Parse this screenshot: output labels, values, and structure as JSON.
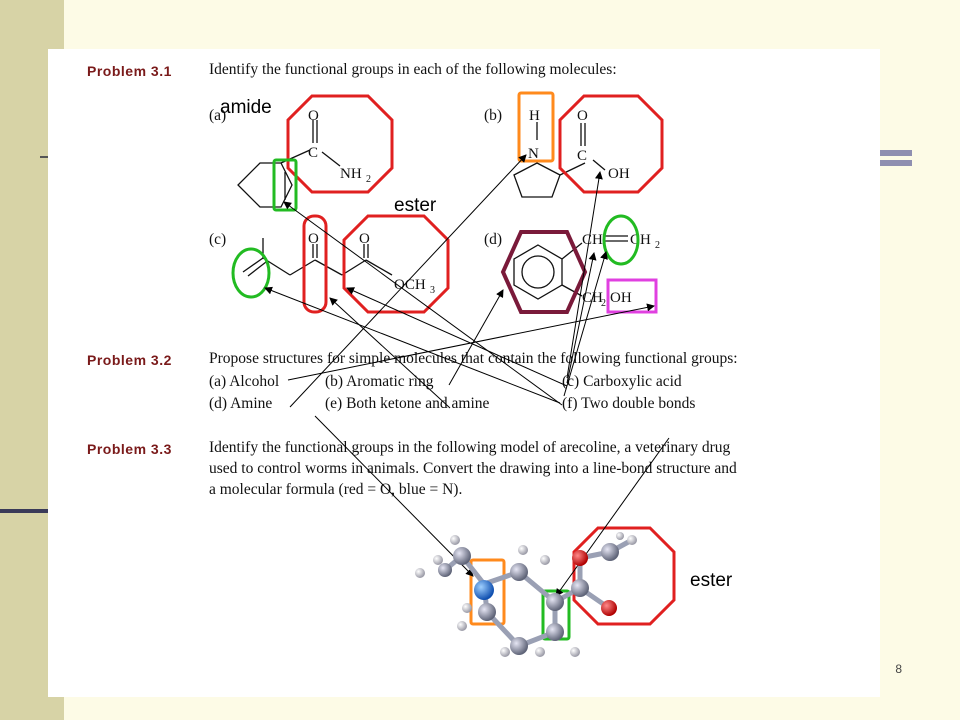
{
  "problems": [
    {
      "label": "Problem 3.1",
      "text": "Identify the functional groups in each of the following molecules:"
    },
    {
      "label": "Problem 3.2",
      "text": "Propose structures for simple molecules that contain the following functional groups:"
    },
    {
      "label": "Problem 3.3",
      "lines": [
        "Identify the functional groups in the following model of arecoline, a veterinary drug",
        "used to control worms in animals. Convert the drawing into a line-bond structure and",
        "a molecular formula (red = O, blue = N)."
      ]
    }
  ],
  "subparts_31": [
    "(a)",
    "(b)",
    "(c)",
    "(d)"
  ],
  "items_32": [
    [
      "(a) Alcohol",
      "(b) Aromatic ring",
      "(c) Carboxylic acid"
    ],
    [
      "(d) Amine",
      "(e) Both ketone and amine",
      "(f) Two double bonds"
    ]
  ],
  "chem_labels": {
    "a": [
      "O",
      "C",
      "NH",
      "2"
    ],
    "b": [
      "H",
      "N",
      "O",
      "C",
      "OH"
    ],
    "c": [
      "O",
      "O",
      "OCH",
      "3"
    ],
    "d": [
      "CH",
      "CH",
      "2",
      "CH",
      "2",
      "OH"
    ]
  },
  "annotations": [
    "amide",
    "ester",
    "ester"
  ],
  "page_number": "8",
  "colors": {
    "red_highlight": "#e02020",
    "green_highlight": "#22bb22",
    "orange_highlight": "#ff8a1c",
    "purple_highlight": "#7a1a3a",
    "magenta_highlight": "#e040e0",
    "sidebar": "#d7d3a6",
    "background": "#fdfbe6"
  }
}
